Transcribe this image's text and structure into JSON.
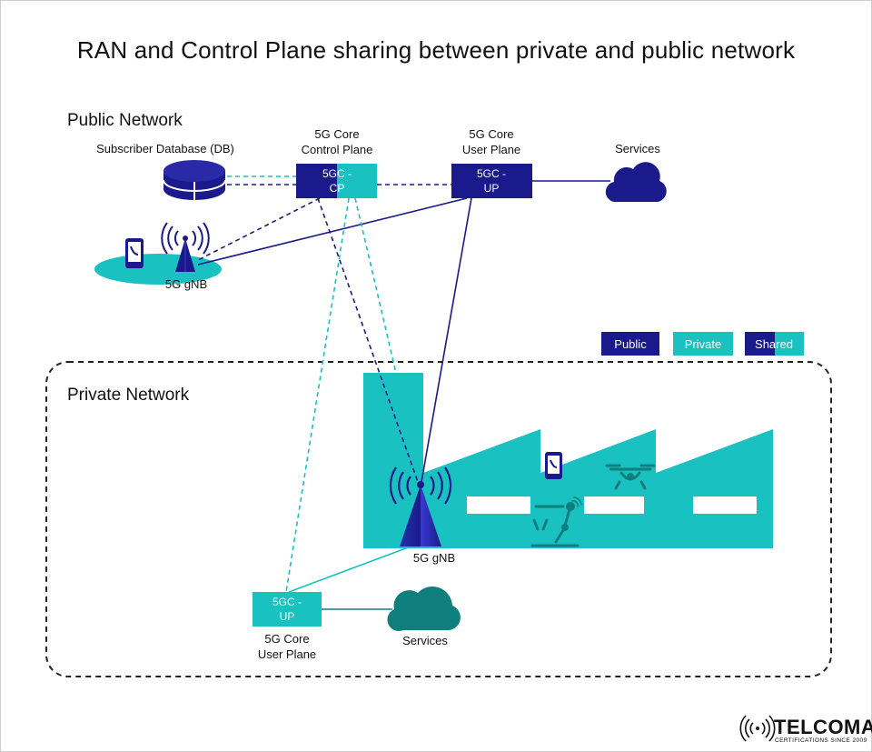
{
  "title": "RAN and Control Plane sharing between private and public network",
  "public_network": {
    "label": "Public Network",
    "subscriber_db_label": "Subscriber Database (DB)",
    "cp_heading": "5G Core\nControl Plane",
    "cp_box_line1": "5GC -",
    "cp_box_line2": "CP",
    "up_heading": "5G Core\nUser Plane",
    "up_box_line1": "5GC -",
    "up_box_line2": "UP",
    "services_label": "Services",
    "gnb_label": "5G gNB"
  },
  "legend": {
    "public": "Public",
    "private": "Private",
    "shared": "Shared"
  },
  "private_network": {
    "label": "Private Network",
    "gnb_label": "5G gNB",
    "up_box_line1": "5GC -",
    "up_box_line2": "UP",
    "up_heading": "5G Core\nUser Plane",
    "services_label": "Services"
  },
  "logo": {
    "name": "TELCOMA",
    "tagline": "CERTIFICATIONS SINCE 2009"
  },
  "colors": {
    "public": "#1a1a8c",
    "private": "#19c2c0",
    "private_dark": "#0e7f7c"
  }
}
